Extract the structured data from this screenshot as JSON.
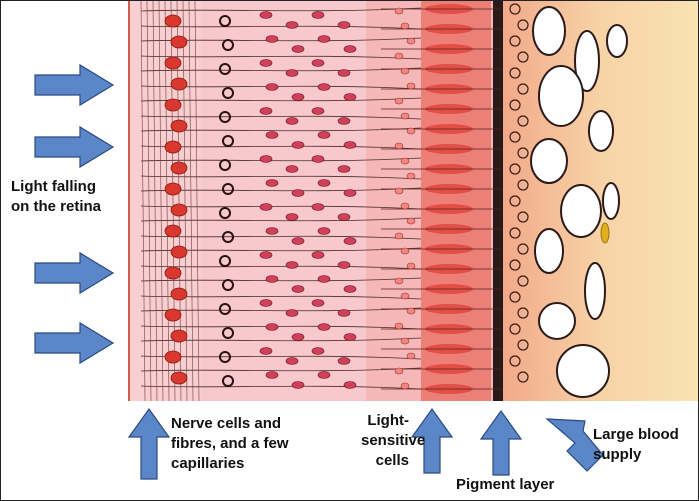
{
  "labels": {
    "light": [
      "Light falling",
      "on the retina"
    ],
    "nerve": [
      "Nerve cells and",
      "fibres, and a few",
      "capillaries"
    ],
    "sensitive": [
      "Light-",
      "sensitive",
      "cells"
    ],
    "pigment": "Pigment layer",
    "blood": [
      "Large blood",
      "supply"
    ]
  },
  "colors": {
    "arrow": "#5b87c8",
    "tissue": "#f6c9c8",
    "cell": "#d9382f",
    "blood_vessel_bg": "#f3b18c"
  }
}
